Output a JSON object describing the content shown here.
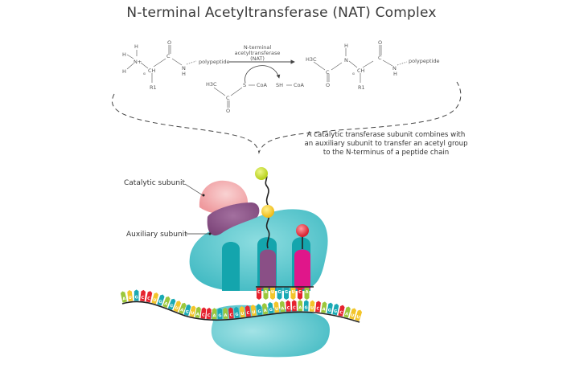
{
  "title": "N-terminal Acetyltransferase (NAT) Complex",
  "reaction": {
    "enzyme_lines": [
      "N-terminal",
      "acetyltransferase",
      "(NAT)"
    ],
    "reactant": {
      "atoms": {
        "H_top": "H",
        "H_left": "H",
        "H_bottom_left": "H",
        "N_plus": "N+",
        "alpha": "α",
        "CH": "CH",
        "C": "C",
        "O": "O",
        "N": "N",
        "H_n": "H",
        "R": "R1"
      },
      "chain": "polypeptide"
    },
    "acetyl_coa": {
      "H3C": "H3C",
      "S": "S",
      "CoA": "CoA",
      "C": "C",
      "O": "O"
    },
    "coa_product": {
      "SH": "SH",
      "CoA": "CoA"
    },
    "product": {
      "atoms": {
        "H3C": "H3C",
        "C1": "C",
        "O1": "O",
        "H_top": "H",
        "N1": "N",
        "alpha": "α",
        "CH": "CH",
        "R": "R1",
        "C2": "C",
        "O2": "O",
        "N2": "N",
        "H_n": "H"
      },
      "chain": "polypeptide"
    }
  },
  "description_lines": [
    "A catalytic transferase subunit combines with",
    "an auxiliary subunit to transfer an acetyl group",
    "to the N-terminus of a peptide chain"
  ],
  "labels": {
    "catalytic": "Catalytic subunit",
    "auxiliary": "Auxiliary subunit"
  },
  "mrna": {
    "upper_bases": [
      "C",
      "A",
      "U",
      "G",
      "G",
      "U",
      "C",
      "A"
    ],
    "lower_bases": [
      "A",
      "U",
      "G",
      "C",
      "C",
      "U",
      "G",
      "A",
      "G",
      "U",
      "A",
      "G",
      "U",
      "A",
      "C",
      "C",
      "A",
      "G",
      "A",
      "C",
      "G",
      "U",
      "C",
      "U",
      "G",
      "A",
      "G",
      "U",
      "A",
      "C",
      "C",
      "A",
      "G",
      "U",
      "C",
      "A",
      "G",
      "G",
      "C",
      "A",
      "U",
      "U"
    ]
  },
  "colors": {
    "ribosome": "#3fbcc4",
    "ribosome_dark": "#14a5ad",
    "catalytic": "#f1a3a6",
    "auxiliary": "#8a4f86",
    "trna_purple": "#8a4f86",
    "trna_pink": "#e0168a",
    "ball_green": "#c5dc2e",
    "ball_yellow": "#f3c52a",
    "ball_red": "#e8343f",
    "base_colors": [
      "#e6232f",
      "#f3c52a",
      "#1aa9b4",
      "#9cc73c"
    ]
  }
}
